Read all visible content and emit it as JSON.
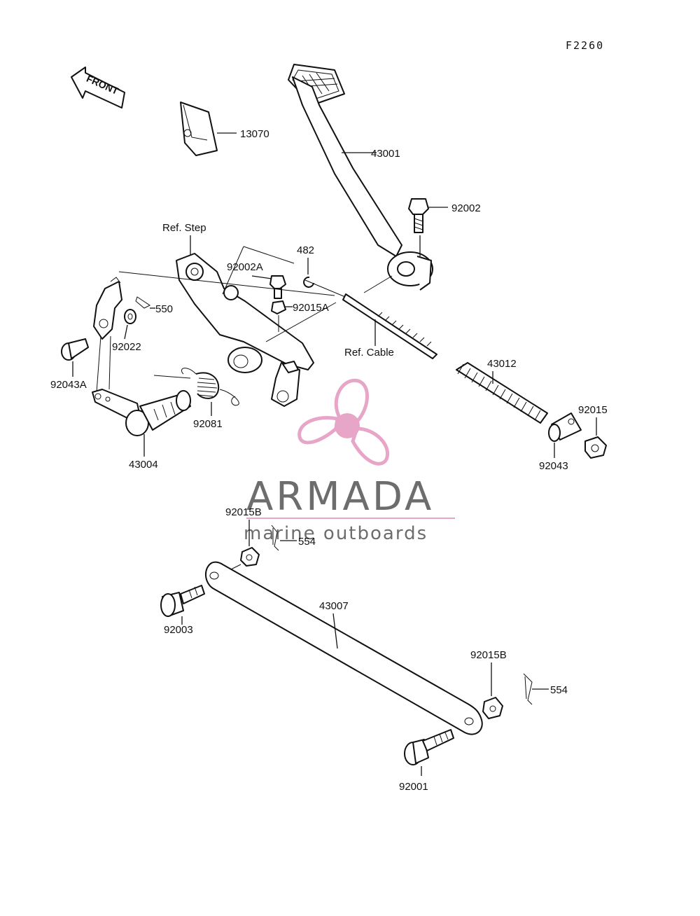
{
  "figure_code": "F2260",
  "front_arrow": "FRONT",
  "ref_labels": {
    "step": "Ref. Step",
    "cable": "Ref. Cable"
  },
  "parts": {
    "p13070": "13070",
    "p43001": "43001",
    "p92002": "92002",
    "p482": "482",
    "p92002A": "92002A",
    "p92015A": "92015A",
    "p550": "550",
    "p92022": "92022",
    "p92043A": "92043A",
    "p92081": "92081",
    "p43004": "43004",
    "p43012": "43012",
    "p92015": "92015",
    "p92043": "92043",
    "p92015B_top": "92015B",
    "p554_top": "554",
    "p43007": "43007",
    "p92003": "92003",
    "p92015B_bottom": "92015B",
    "p554_bottom": "554",
    "p92001": "92001"
  },
  "watermark": {
    "brand": "ARMADA",
    "tagline": "marine outboards",
    "color": "#e7a6c8"
  }
}
